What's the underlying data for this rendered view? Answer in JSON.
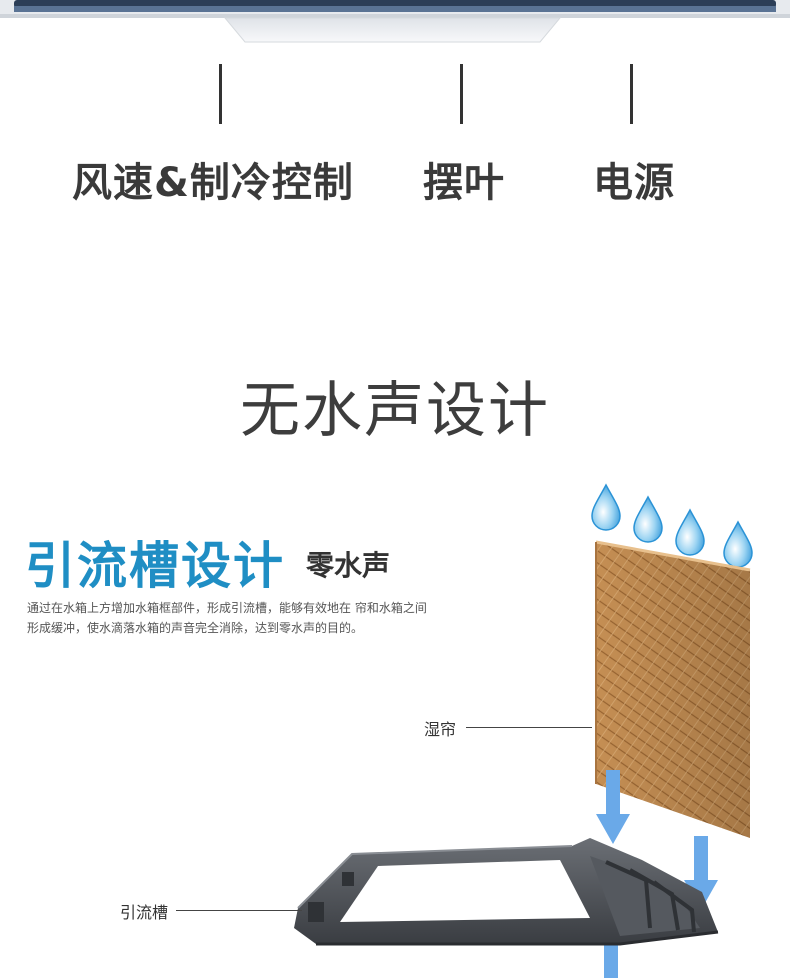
{
  "controls": [
    {
      "label": "风速&制冷控制"
    },
    {
      "label": "摆叶"
    },
    {
      "label": "电源"
    }
  ],
  "section": {
    "title": "无水声设计"
  },
  "feature": {
    "title": "引流槽设计",
    "subtitle": "零水声",
    "description": "通过在水箱上方增加水箱框部件，形成引流槽，能够有效地在 帘和水箱之间形成缓冲，使水滴落水箱的声音完全消除，达到零水声的目的。"
  },
  "parts": {
    "curtain_label": "湿帘",
    "channel_label": "引流槽"
  },
  "colors": {
    "accent_blue": "#1f8ec4",
    "drop_blue": "#3aa6e0",
    "arrow_blue": "#6aa9e8",
    "curtain_tan": "#c98f53",
    "tray_gray": "#4a4d52"
  }
}
